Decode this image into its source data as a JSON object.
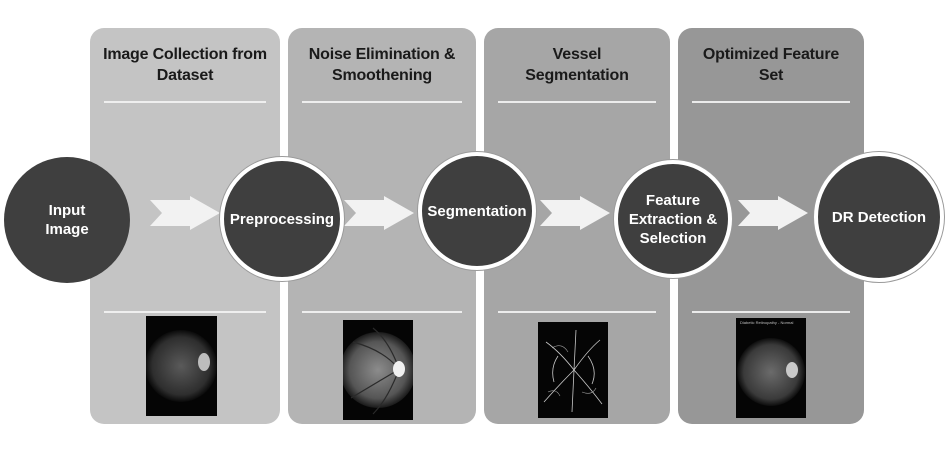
{
  "stages": [
    {
      "heading": "Image Collection from Dataset"
    },
    {
      "heading": "Noise Elimination & Smoothening"
    },
    {
      "heading": "Vessel Segmentation"
    },
    {
      "heading": "Optimized Feature Set"
    }
  ],
  "nodes": [
    {
      "label": "Input Image"
    },
    {
      "label": "Preprocessing"
    },
    {
      "label": "Segmentation"
    },
    {
      "label": "Feature Extraction & Selection"
    },
    {
      "label": "DR Detection"
    }
  ],
  "thumbnails": {
    "final_caption": "Diabetic Retinopathy - Normal"
  },
  "colors": {
    "panel_1": "#c4c4c4",
    "panel_2": "#b4b4b4",
    "panel_3": "#a6a6a6",
    "panel_4": "#979797",
    "node": "#3f3f3f",
    "arrow": "#f2f2f2"
  }
}
